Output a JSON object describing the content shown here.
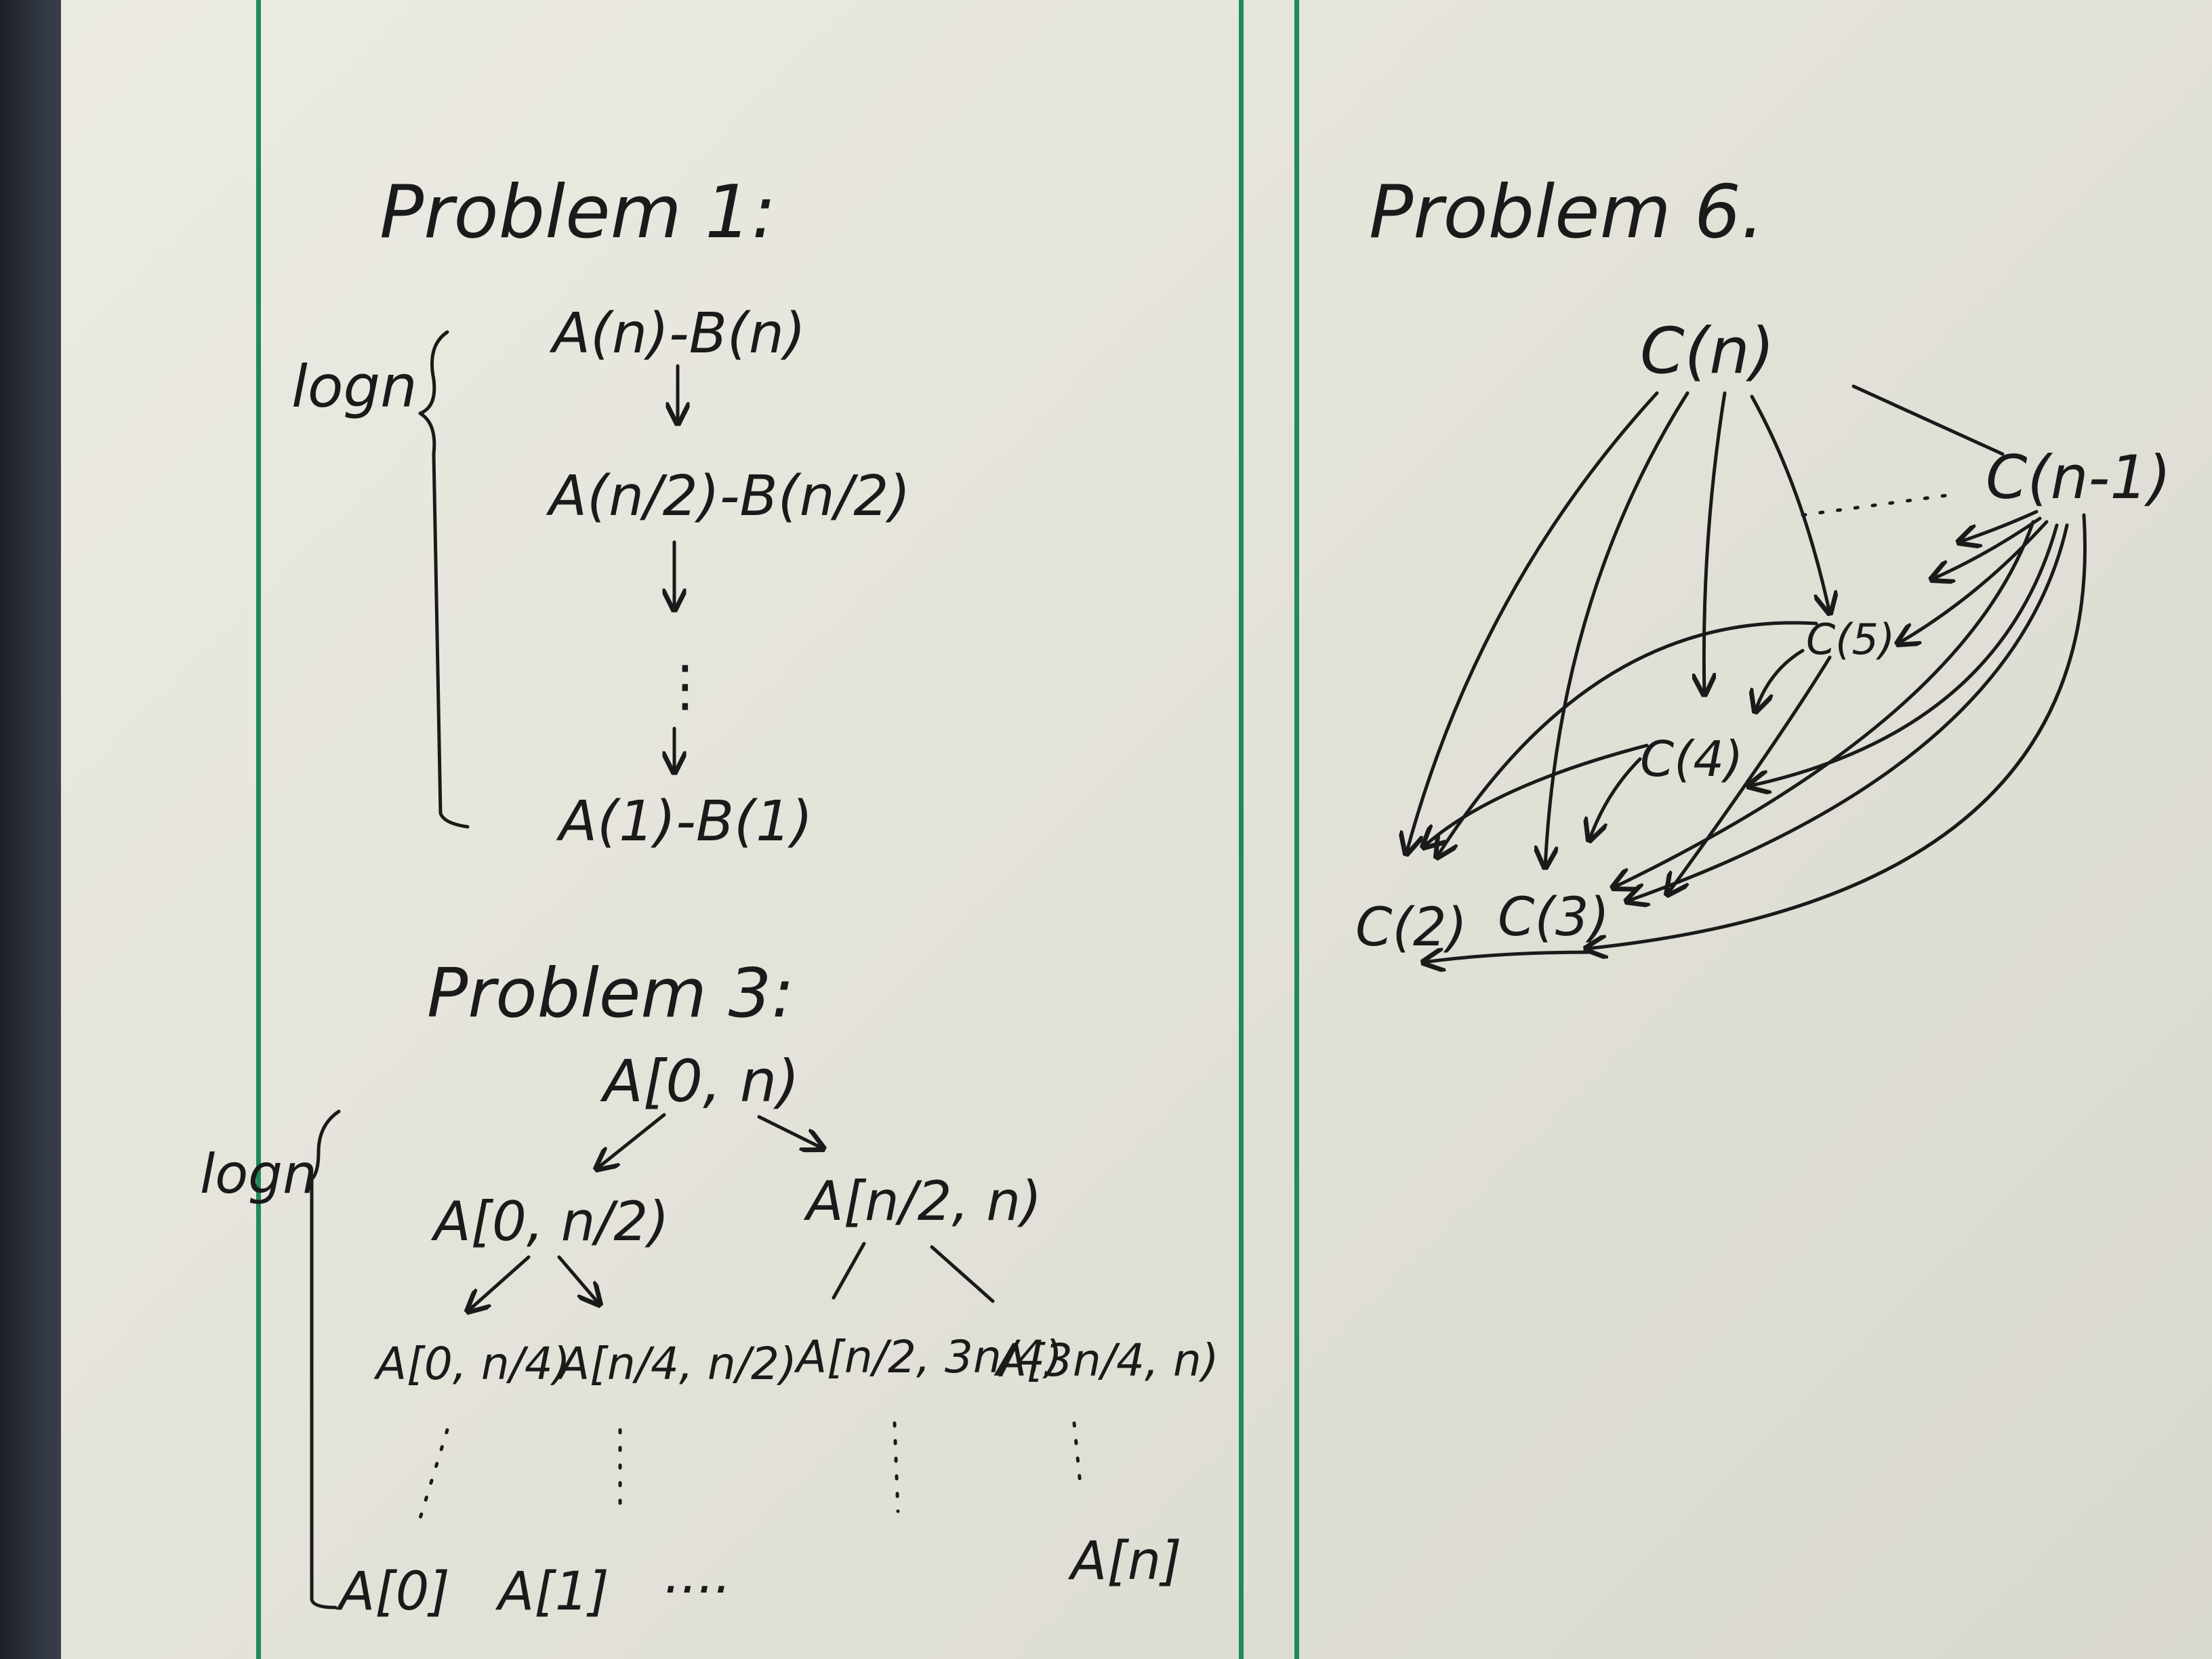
{
  "problem1": {
    "title": "Problem 1:",
    "brace_label": "logn",
    "steps": [
      "A(n)-B(n)",
      "A(n/2)-B(n/2)",
      "⋮",
      "A(1)-B(1)"
    ]
  },
  "problem3": {
    "title": "Problem 3:",
    "brace_label": "logn",
    "root": "A[0, n)",
    "level1": [
      "A[0, n/2)",
      "A[n/2, n)"
    ],
    "level2": [
      "A[0, n/4)",
      "A[n/4, n/2)",
      "A[n/2, 3n/4)",
      "A[3n/4, n)"
    ],
    "leaves": [
      "A[0]",
      "A[1]",
      "....",
      "A[n]"
    ]
  },
  "problem6": {
    "title": "Problem 6.",
    "nodes": {
      "cn": "C(n)",
      "cn1": "C(n-1)",
      "c5": "C(5)",
      "c4": "C(4)",
      "c3": "C(3)",
      "c2": "C(2)"
    }
  },
  "colors": {
    "paper": "#e6e5dc",
    "margin_rule": "#1f8a5a",
    "ink": "#1a1a1a",
    "edge": "#2b3038"
  }
}
